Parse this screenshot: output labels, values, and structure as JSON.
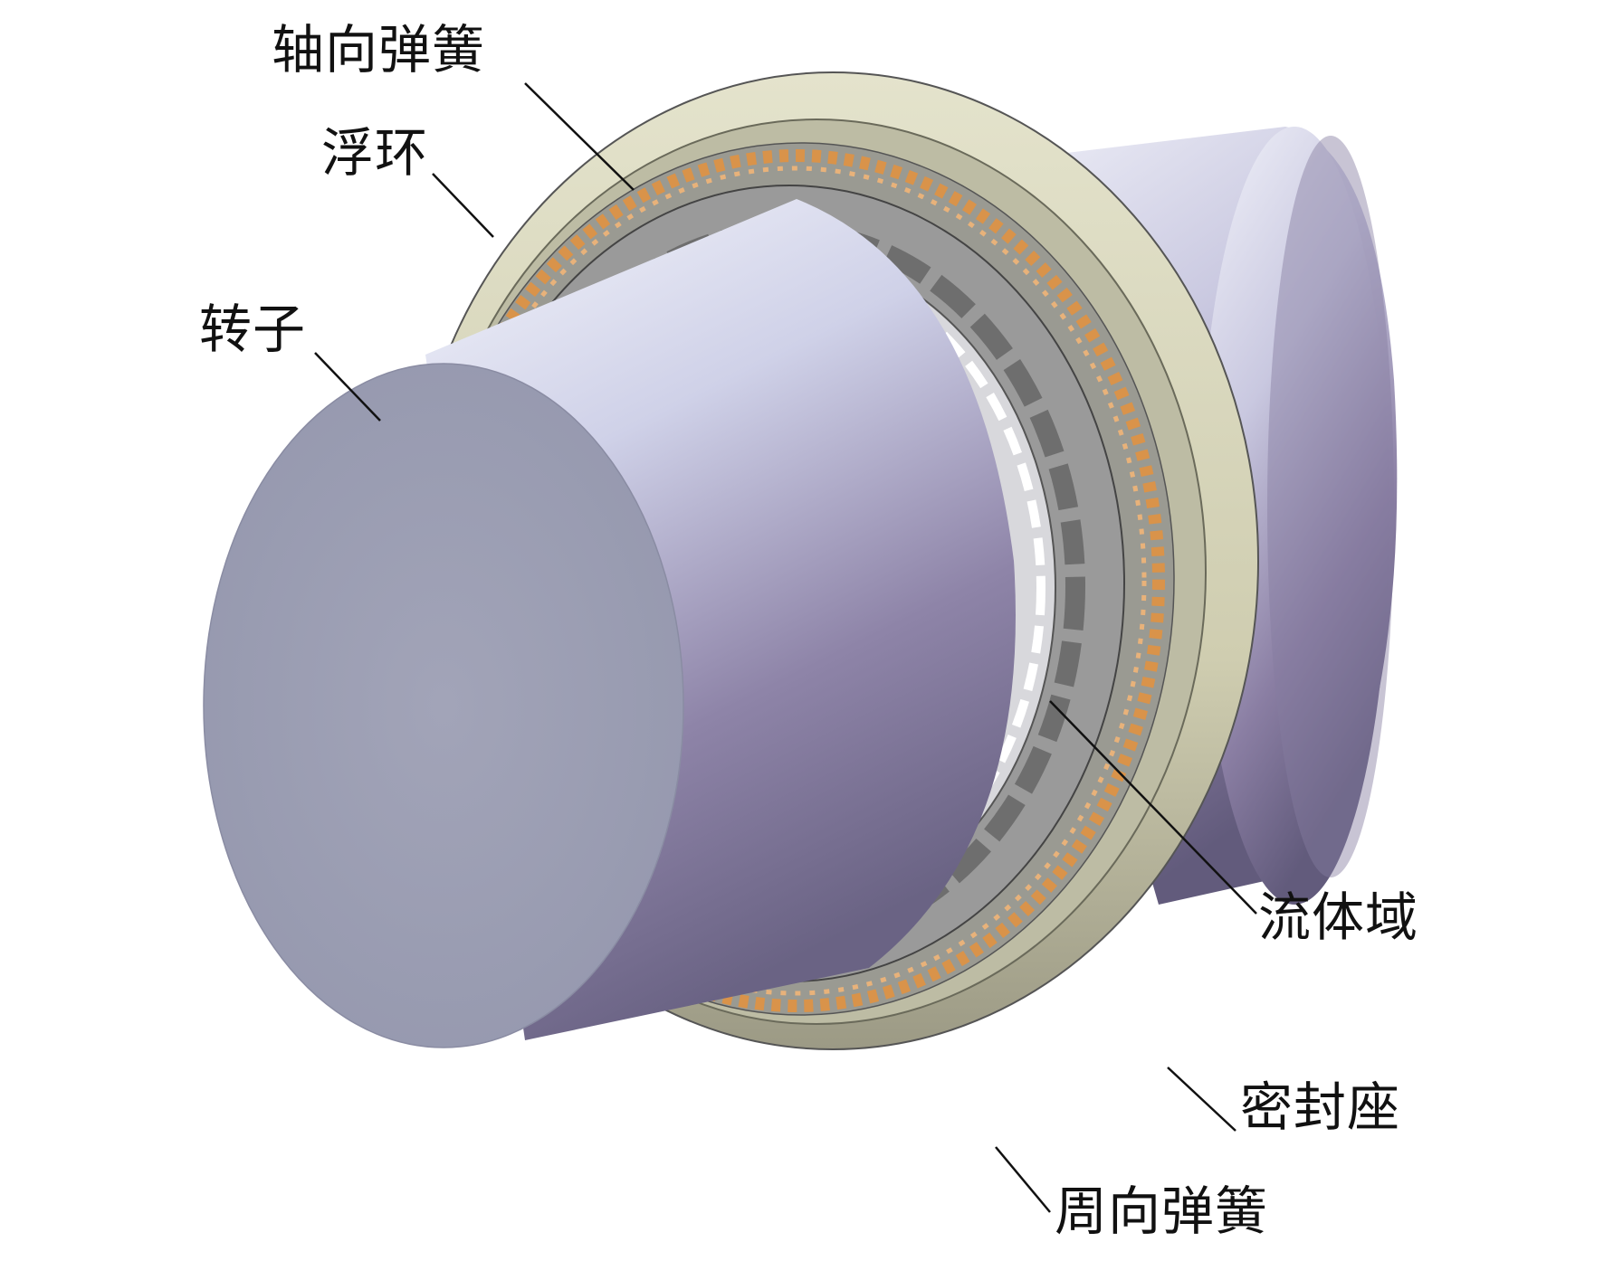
{
  "labels": {
    "axial_spring": "轴向弹簧",
    "floating_ring": "浮环",
    "rotor": "转子",
    "fluid_domain": "流体域",
    "seal_seat": "密封座",
    "circumferential_spring": "周向弹簧"
  },
  "colors": {
    "rotor_face": "#9ea0b6",
    "rotor_body_light": "#e6e8f6",
    "rotor_body_dark": "#7c6f96",
    "seat_ring": "#d2d0b4",
    "spring": "#d9934a",
    "segment": "#8a8a8a",
    "leader_line": "#111111"
  }
}
